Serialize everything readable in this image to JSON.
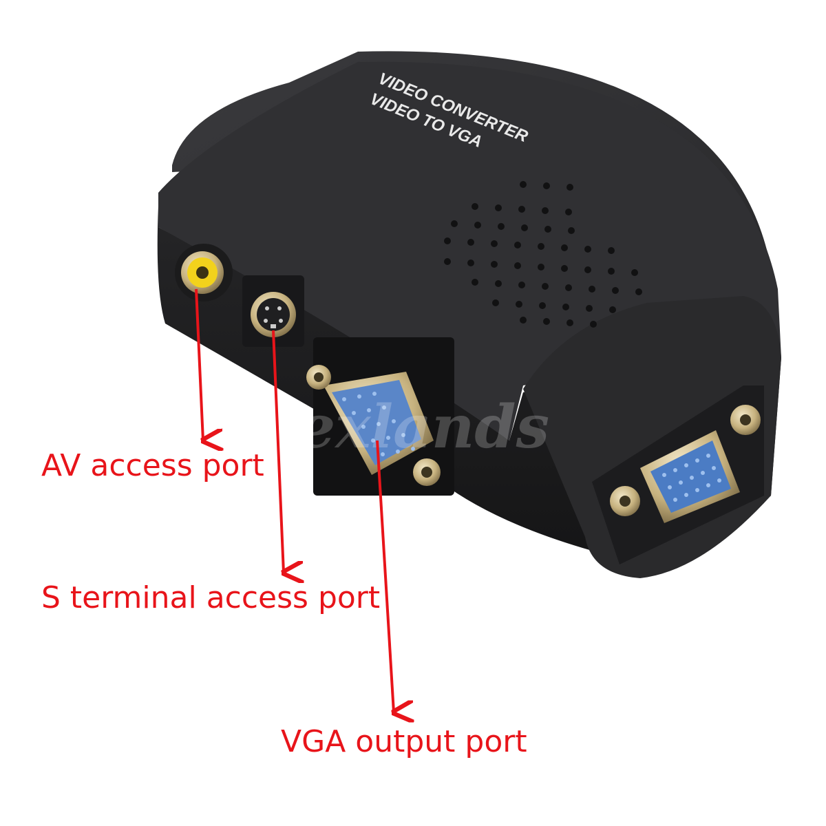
{
  "product": {
    "print_line_1": "VIDEO CONVERTER",
    "print_line_2": "VIDEO TO VGA",
    "watermark": "hexlands"
  },
  "callouts": {
    "av": "AV access port",
    "s_terminal": "S terminal access port",
    "vga": "VGA output port"
  },
  "colors": {
    "background": "#ffffff",
    "body": "#2b2b2d",
    "annotation": "#e8141a",
    "rca_ring": "#f2d21c",
    "vga_blue": "#4b7cc4",
    "metal": "#c9b98f"
  }
}
